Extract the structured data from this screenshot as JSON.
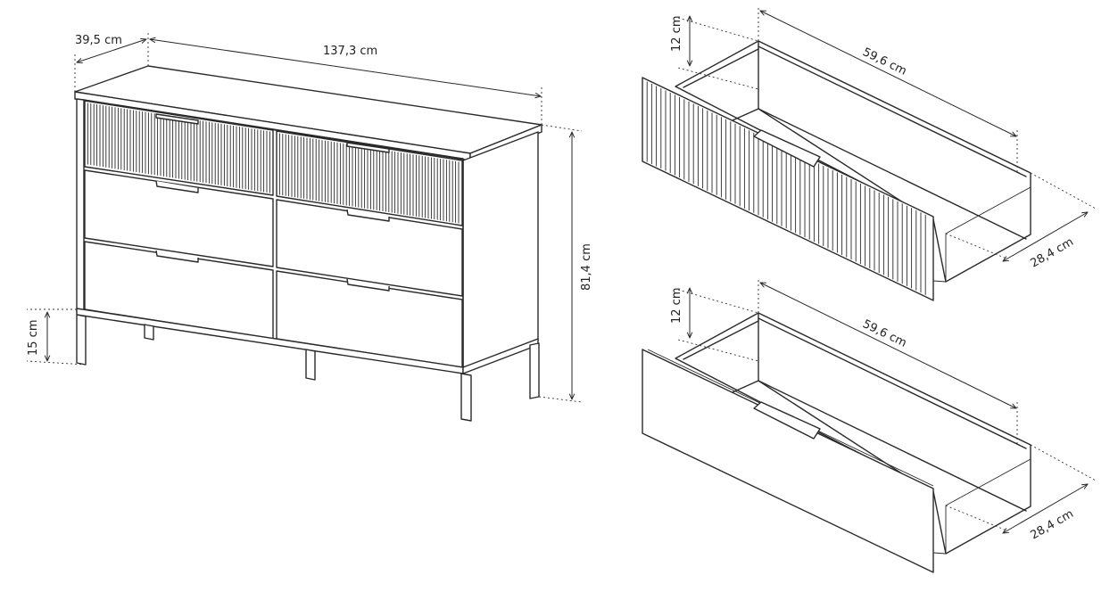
{
  "cabinet": {
    "depth_label": "39,5 cm",
    "width_label": "137,3 cm",
    "height_label": "81,4 cm",
    "leg_height_label": "15 cm"
  },
  "drawer_top": {
    "height_label": "12 cm",
    "length_label": "59,6 cm",
    "width_label": "28,4 cm"
  },
  "drawer_bottom": {
    "height_label": "12 cm",
    "length_label": "59,6 cm",
    "width_label": "28,4 cm"
  },
  "colors": {
    "line": "#2a2a2a",
    "background": "#ffffff"
  }
}
